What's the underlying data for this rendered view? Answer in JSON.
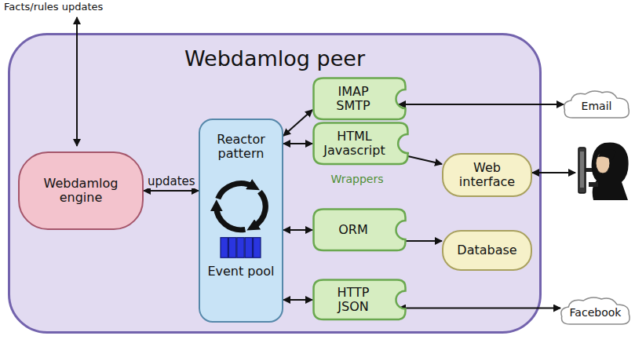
{
  "diagram": {
    "nodes": [
      {
        "text": [
          "Webdamlog peer"
        ]
      },
      {
        "text": [
          "Webdamlog engine"
        ],
        "in": 0
      },
      {
        "text": [
          "Reactor pattern",
          "Event pool"
        ],
        "in": 0
      },
      {
        "text": [
          "IMAP SMTP"
        ],
        "in": 0
      },
      {
        "text": [
          "HTML Javascript"
        ],
        "in": 0
      },
      {
        "text": [
          "ORM"
        ],
        "in": 0
      },
      {
        "text": [
          "HTTP JSON"
        ],
        "in": 0
      },
      {
        "text": [
          "Web interface"
        ],
        "in": 0
      },
      {
        "text": [
          "Database"
        ],
        "in": 0
      },
      {
        "text": [
          "Email"
        ]
      },
      {
        "text": [
          "Facebook"
        ]
      }
    ],
    "edges": [
      {
        "from": 1,
        "to": 2,
        "arrow": "both",
        "label": "updates"
      },
      {
        "from": 2,
        "to": 3,
        "arrow": "both"
      },
      {
        "from": 2,
        "to": 4,
        "arrow": "both"
      },
      {
        "from": 2,
        "to": 5,
        "arrow": "both"
      },
      {
        "from": 2,
        "to": 6,
        "arrow": "both"
      },
      {
        "from": 3,
        "to": 9,
        "arrow": "both"
      },
      {
        "from": 4,
        "to": 7,
        "arrow": "both"
      },
      {
        "from": 5,
        "to": 8,
        "arrow": "to"
      },
      {
        "from": 6,
        "to": 10,
        "arrow": "both"
      }
    ],
    "labels": [
      "Facts/rules updates",
      "Wrappers"
    ]
  }
}
